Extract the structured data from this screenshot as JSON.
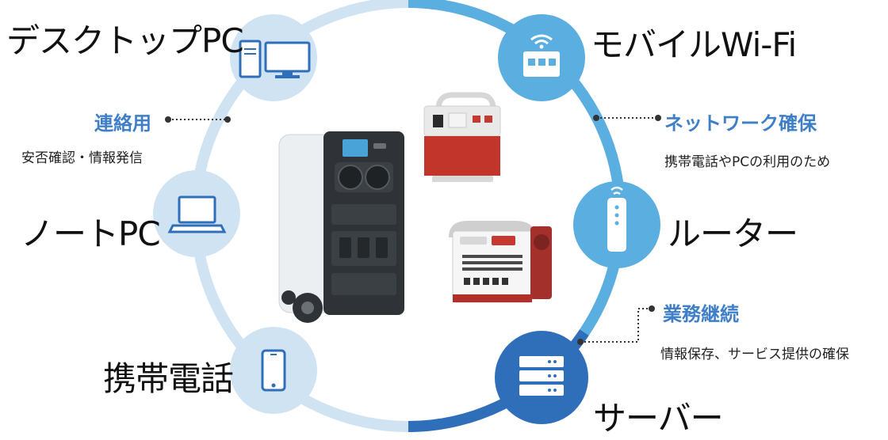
{
  "left": {
    "desktop_label": "デスクトップPC",
    "notebook_label": "ノートPC",
    "phone_label": "携帯電話",
    "callout_title": "連絡用",
    "callout_text": "安否確認・情報発信"
  },
  "right": {
    "wifi_label": "モバイルWi-Fi",
    "router_label": "ルーター",
    "server_label": "サーバー",
    "network_title": "ネットワーク確保",
    "network_text": "携帯電話やPCの利用のため",
    "business_title": "業務継続",
    "business_text": "情報保存、サービス提供の確保"
  },
  "icons": [
    "desktop-pc-icon",
    "notebook-pc-icon",
    "smartphone-icon",
    "wifi-router-icon",
    "router-icon",
    "server-icon"
  ],
  "colors": {
    "ring_light": "#cfe3f2",
    "ring_mid": "#5aaee0",
    "ring_dark": "#2f6fba",
    "accent_text": "#3e7fc8"
  }
}
